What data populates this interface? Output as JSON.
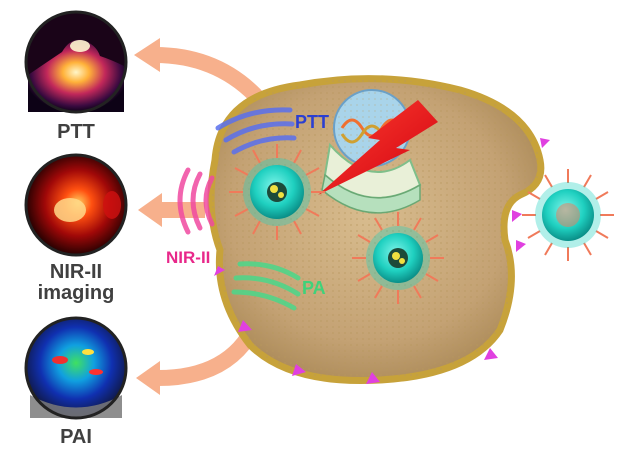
{
  "left_panel": {
    "items": [
      {
        "label": "PTT"
      },
      {
        "label": "NIR-II\nimaging"
      },
      {
        "label": "PAI"
      }
    ]
  },
  "cell_labels": {
    "ptt": "PTT",
    "nir": "NIR-II",
    "pa": "PA"
  },
  "colors": {
    "ptt_label": "#2b3fd1",
    "nir_label": "#e8288a",
    "pa_label": "#3fd27a",
    "arrow": "#f7b08c",
    "cell_fill": "#c9a978",
    "membrane": "#c7a23a",
    "nanoparticle_core": "#1fd0c0",
    "spike": "#f07a5a"
  }
}
